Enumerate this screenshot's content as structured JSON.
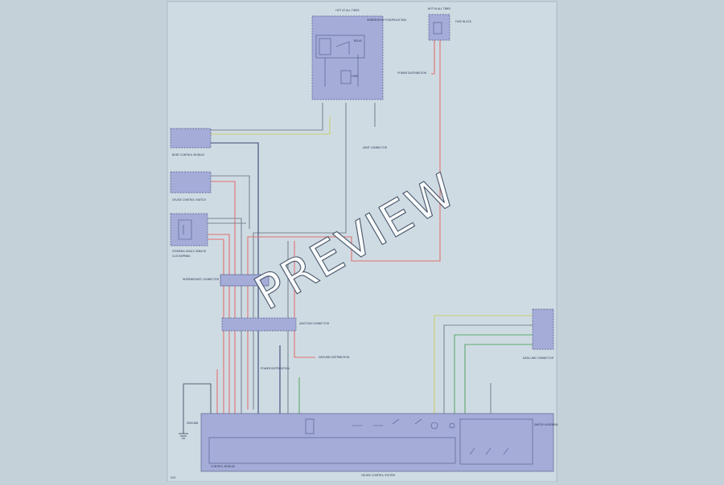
{
  "watermark": "PREVIEW",
  "colors": {
    "background": "#c5d1d9",
    "sheet": "#cfdbe3",
    "component_fill": "#a5acd8",
    "wire_red": "#e07272",
    "wire_navy": "#39497a",
    "wire_yellow": "#c9cf72",
    "wire_green": "#5cab6f",
    "wire_grey": "#7e8796"
  },
  "diagram": {
    "text_labels": [
      {
        "id": "fuse-box-top-title",
        "text": "HOT AT ALL TIMES"
      },
      {
        "id": "fuse-box-top-desc",
        "text": "UNDERHOOD FUSE/RELAY BOX"
      },
      {
        "id": "fuse-box-right-title",
        "text": "HOT IN ALL TIMES"
      },
      {
        "id": "fuse-box-right-desc",
        "text": "FUSE BLOCK"
      },
      {
        "id": "relay-label",
        "text": "RELAY"
      },
      {
        "id": "fuse-label-top",
        "text": "FUSE"
      },
      {
        "id": "power-dist-label",
        "text": "POWER DISTRIBUTION"
      },
      {
        "id": "connector-desc",
        "text": "JOINT CONNECTOR"
      },
      {
        "id": "left-comp-1",
        "text": "BODY CONTROL MODULE"
      },
      {
        "id": "left-comp-2",
        "text": "CRUISE CONTROL SWITCH"
      },
      {
        "id": "left-comp-3",
        "text": "STEERING ANGLE SENSOR"
      },
      {
        "id": "left-comp-4",
        "text": "CLOCKSPRING"
      },
      {
        "id": "mid-connector-1",
        "text": "INTERMEDIATE CONNECTOR"
      },
      {
        "id": "mid-connector-2",
        "text": "JUNCTION CONNECTOR"
      },
      {
        "id": "ground-note",
        "text": "GROUND DISTRIBUTION"
      },
      {
        "id": "power-note",
        "text": "POWER DISTRIBUTION"
      },
      {
        "id": "module-label",
        "text": "CONTROL MODULE"
      },
      {
        "id": "switch-group-label",
        "text": "SWITCH ASSEMBLY"
      },
      {
        "id": "right-connector",
        "text": "DATA LINK CONNECTOR"
      },
      {
        "id": "footer-label",
        "text": "CRUISE CONTROL SYSTEM"
      },
      {
        "id": "bottom-left-ground",
        "text": "GROUND"
      },
      {
        "id": "page-tag",
        "text": "G01"
      }
    ]
  }
}
